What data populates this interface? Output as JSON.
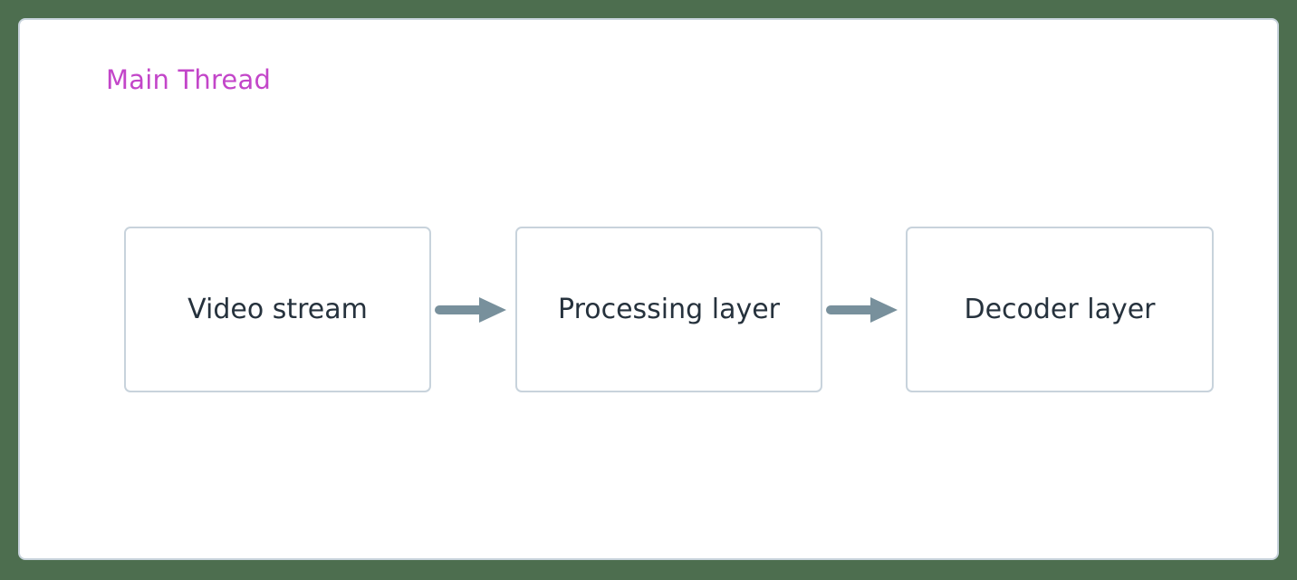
{
  "diagram": {
    "type": "flowchart-lr",
    "background_color": "#4d6e4f",
    "subgraph": {
      "title": "Main Thread",
      "title_color": "#c346c9",
      "border_color": "#c8d3dc",
      "fill_color": "#ffffff"
    },
    "node_style": {
      "border_color": "#c8d3dc",
      "fill_color": "#ffffff",
      "text_color": "#26323d"
    },
    "edge_style": {
      "color": "#78909c",
      "arrowhead": "solid-triangle"
    },
    "nodes": [
      {
        "id": "video-stream",
        "label": "Video stream"
      },
      {
        "id": "processing-layer",
        "label": "Processing layer"
      },
      {
        "id": "decoder-layer",
        "label": "Decoder layer"
      }
    ],
    "edges": [
      {
        "from": "video-stream",
        "to": "processing-layer",
        "label": ""
      },
      {
        "from": "processing-layer",
        "to": "decoder-layer",
        "label": ""
      }
    ]
  }
}
